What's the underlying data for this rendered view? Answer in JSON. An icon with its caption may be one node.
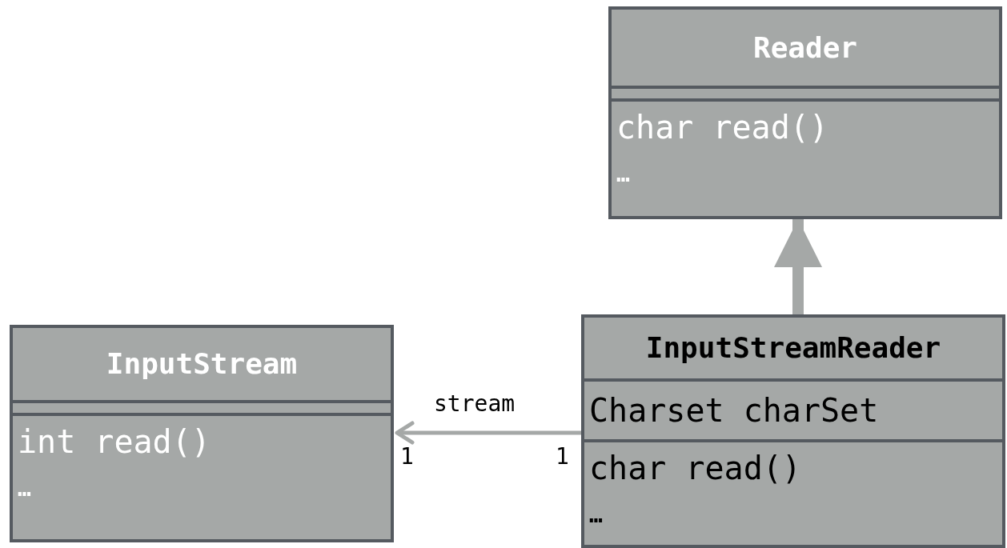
{
  "diagram": {
    "nodes": [
      {
        "text": [
          "Reader",
          "char read()",
          "…"
        ]
      },
      {
        "text": [
          "InputStream",
          "int read()",
          "…"
        ]
      },
      {
        "text": [
          "InputStreamReader",
          "Charset charSet",
          "char read()",
          "…"
        ]
      }
    ],
    "edges": [
      {
        "from": 2,
        "to": 0,
        "arrow": "to",
        "style": "thick"
      },
      {
        "from": 2,
        "to": 1,
        "arrow": "to",
        "label": "stream"
      }
    ],
    "labels": [
      "1",
      "1"
    ]
  }
}
